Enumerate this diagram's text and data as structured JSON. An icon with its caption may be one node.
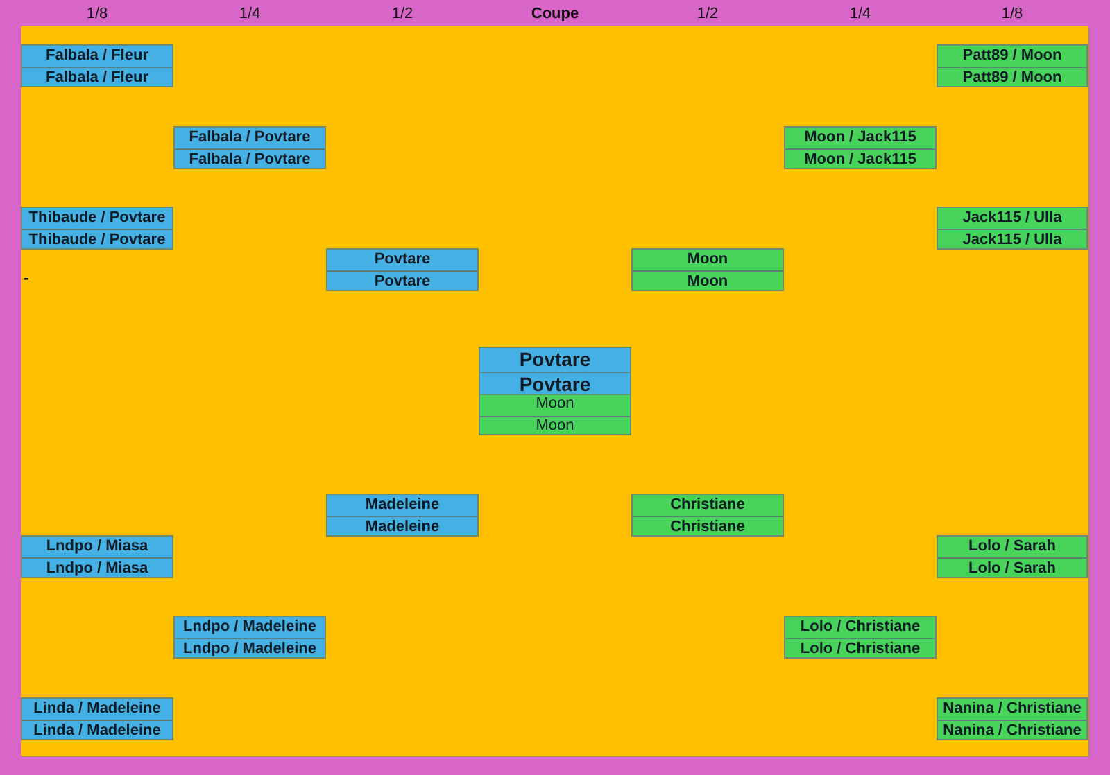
{
  "diagram": {
    "nodes": [
      {
        "text": [
          "Falbala / Fleur",
          "Falbala / Fleur"
        ]
      },
      {
        "text": [
          "Patt89 / Moon",
          "Patt89 / Moon"
        ]
      },
      {
        "text": [
          "Falbala / Povtare",
          "Falbala / Povtare"
        ]
      },
      {
        "text": [
          "Moon / Jack115",
          "Moon / Jack115"
        ]
      },
      {
        "text": [
          "Thibaude / Povtare",
          "Thibaude / Povtare"
        ]
      },
      {
        "text": [
          "Jack115 / Ulla",
          "Jack115 / Ulla"
        ]
      },
      {
        "text": [
          "Povtare",
          "Povtare"
        ]
      },
      {
        "text": [
          "Moon",
          "Moon"
        ]
      },
      {
        "text": [
          "Povtare",
          "Povtare"
        ]
      },
      {
        "text": [
          "Moon",
          "Moon"
        ]
      },
      {
        "text": [
          "Madeleine",
          "Madeleine"
        ]
      },
      {
        "text": [
          "Christiane",
          "Christiane"
        ]
      },
      {
        "text": [
          "Lndpo / Miasa",
          "Lndpo / Miasa"
        ]
      },
      {
        "text": [
          "Lolo / Sarah",
          "Lolo / Sarah"
        ]
      },
      {
        "text": [
          "Lndpo / Madeleine",
          "Lndpo / Madeleine"
        ]
      },
      {
        "text": [
          "Lolo / Christiane",
          "Lolo / Christiane"
        ]
      },
      {
        "text": [
          "Linda / Madeleine",
          "Linda / Madeleine"
        ]
      },
      {
        "text": [
          "Nanina / Christiane",
          "Nanina / Christiane"
        ]
      }
    ],
    "labels": [
      "1/8",
      "1/4",
      "1/2",
      "Coupe",
      "1/2",
      "1/4",
      "1/8",
      "-"
    ]
  }
}
